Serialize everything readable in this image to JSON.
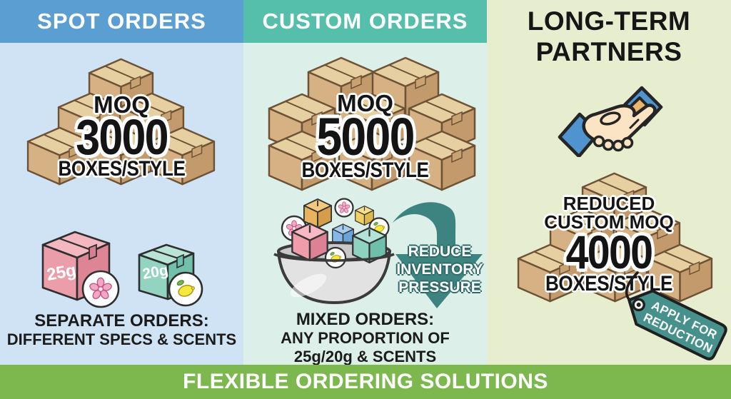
{
  "panels": {
    "spot": {
      "header": "SPOT ORDERS",
      "moq_label": "MOQ",
      "moq_value": "3000",
      "moq_unit": "BOXES/STYLE",
      "box_a_label": "25g",
      "box_b_label": "20g",
      "caption_title": "SEPARATE ORDERS:",
      "caption_line2": "DIFFERENT SPECS & SCENTS"
    },
    "custom": {
      "header": "CUSTOM ORDERS",
      "moq_label": "MOQ",
      "moq_value": "5000",
      "moq_unit": "BOXES/STYLE",
      "arrow_line1": "REDUCE",
      "arrow_line2": "INVENTORY",
      "arrow_line3": "PRESSURE",
      "caption_title": "MIXED ORDERS:",
      "caption_line2": "ANY PROPORTION OF",
      "caption_line3": "25g/20g & SCENTS"
    },
    "partners": {
      "title_line1": "LONG-TERM",
      "title_line2": "PARTNERS",
      "moq_line1": "REDUCED",
      "moq_line2": "CUSTOM MOQ",
      "moq_value": "4000",
      "moq_unit": "BOXES/STYLE",
      "tag_line1": "APPLY FOR",
      "tag_line2": "REDUCTION"
    }
  },
  "footer": {
    "label": "FLEXIBLE ORDERING SOLUTIONS"
  },
  "colors": {
    "spot_header": "#5b9ed2",
    "custom_header": "#56bfab",
    "spot_bg": "#cfe3f4",
    "custom_bg": "#dcefe9",
    "partners_bg": "#e7edcf",
    "footer_green": "#7cb84e",
    "arrow_teal": "#3d8480",
    "tag_teal": "#47918c",
    "box_tan": "#d6b183",
    "handshake_sleeve": "#4f94cf"
  },
  "icons": {
    "box": "cardboard-box-icon",
    "flower": "flower-scent-icon",
    "lemon": "lemon-scent-icon",
    "bowl": "mixing-bowl-icon",
    "arrow": "reduce-arrow-icon",
    "handshake": "handshake-icon",
    "tag": "price-tag-icon"
  }
}
